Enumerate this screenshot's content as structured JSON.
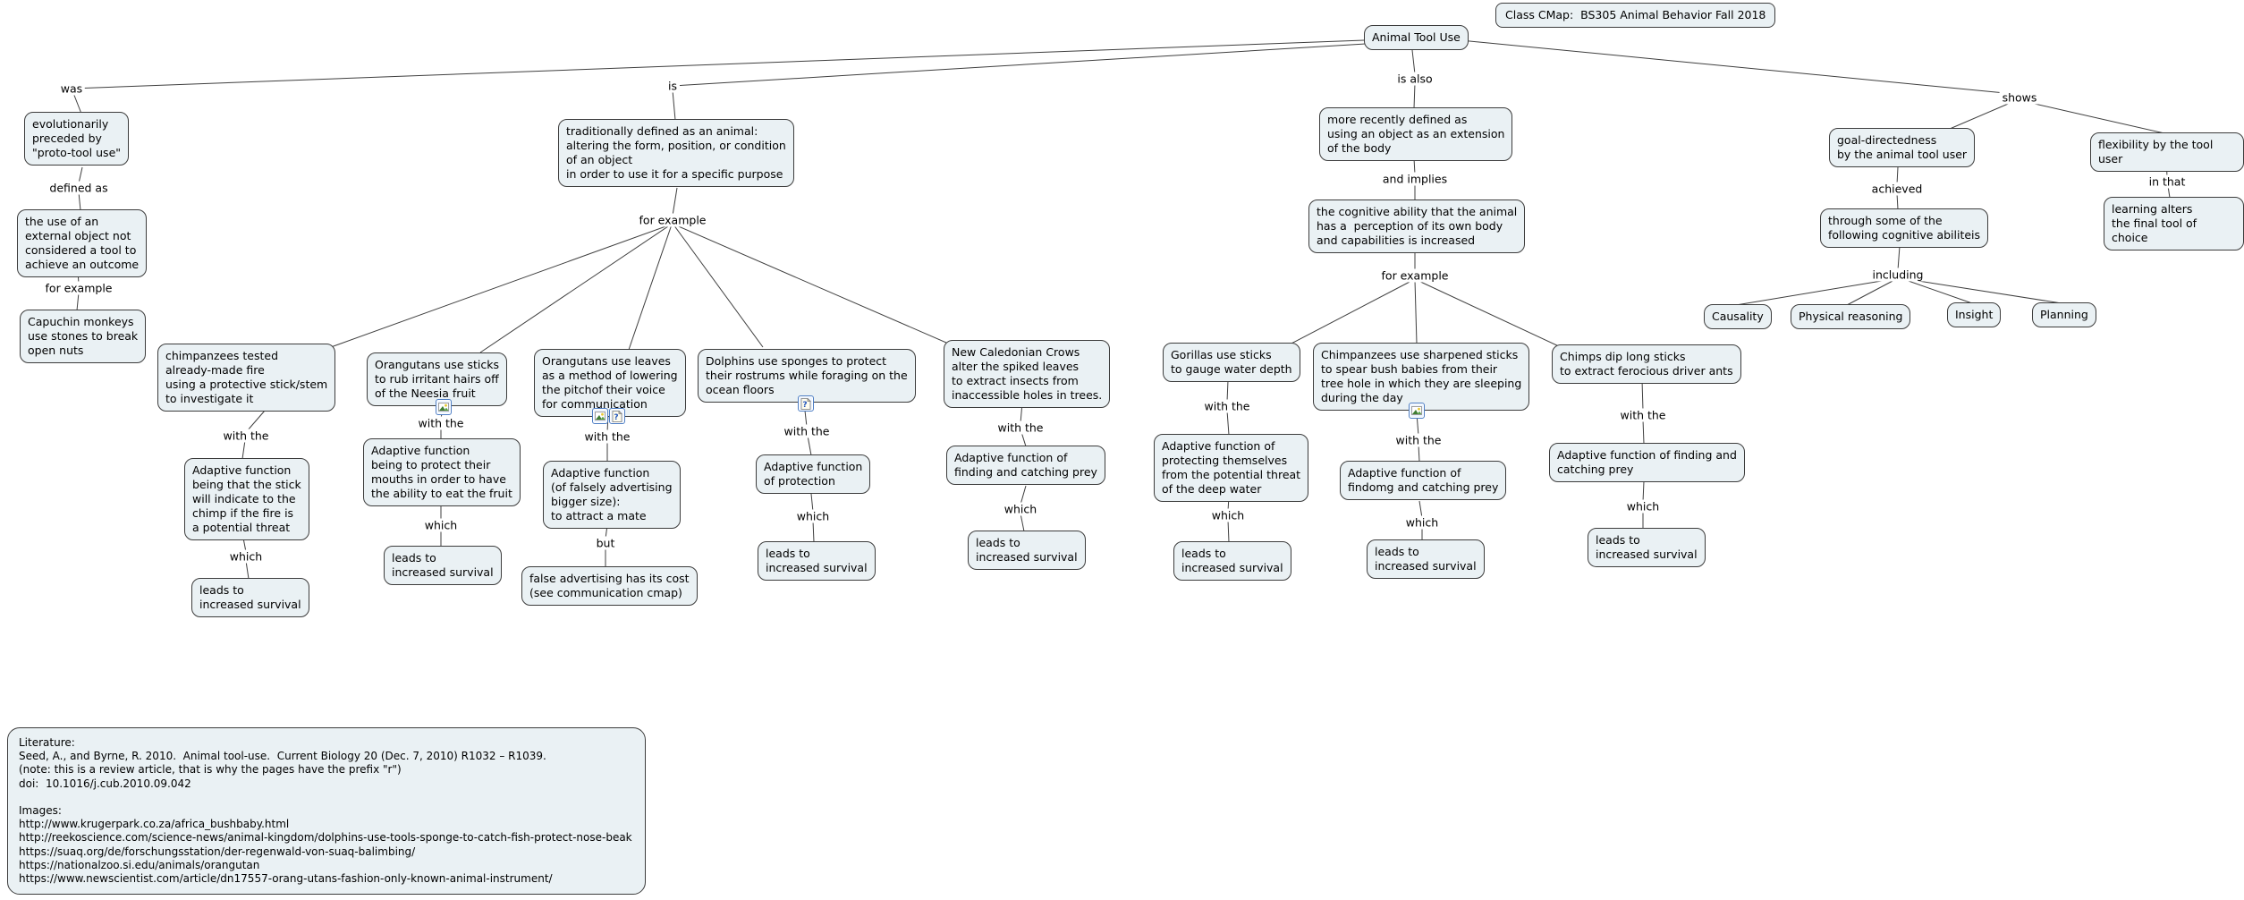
{
  "title_box": "Class CMap:  BS305 Animal Behavior Fall 2018",
  "root": "Animal Tool Use",
  "labels": {
    "was": "was",
    "is": "is",
    "is_also": "is also",
    "shows": "shows",
    "defined_as": "defined as",
    "for_example": "for example",
    "and_implies": "and implies",
    "achieved": "achieved",
    "including": "including",
    "in_that": "in that",
    "with_the": "with the",
    "which": "which",
    "but": "but"
  },
  "nodes": {
    "proto": "evolutionarily\npreceded by\n\"proto-tool use\"",
    "external_object": "the use of an\nexternal object not\nconsidered a tool to\nachieve an outcome",
    "capuchin": "Capuchin monkeys\nuse stones to break\nopen nuts",
    "traditional_def": "traditionally defined as an animal:\naltering the form, position, or condition\nof an object\nin order to use it for a specific purpose",
    "chimp_fire": "chimpanzees tested\nalready-made fire\nusing a protective stick/stem\nto investigate it",
    "chimp_fire_adapt": "Adaptive function\nbeing that the stick\nwill indicate to the\nchimp if the fire is\na potential threat",
    "chimp_fire_leads": "leads to\nincreased survival",
    "orang_sticks": "Orangutans use sticks\nto rub irritant hairs off\nof the Neesia fruit",
    "orang_sticks_adapt": "Adaptive function\nbeing to protect their\nmouths in order to have\nthe ability to eat the fruit",
    "orang_sticks_leads": "leads to\nincreased survival",
    "orang_leaves": "Orangutans use leaves\nas a method of lowering\nthe pitchof their voice\nfor communication",
    "orang_leaves_adapt": "Adaptive function\n(of falsely advertising\nbigger size):\nto attract a mate",
    "orang_leaves_cost": "false advertising has its cost\n(see communication cmap)",
    "dolphins": "Dolphins use sponges to protect\ntheir rostrums while foraging on the\nocean floors",
    "dolphins_adapt": "Adaptive function\nof protection",
    "dolphins_leads": "leads to\nincreased survival",
    "crows": "New Caledonian Crows\nalter the spiked leaves\nto extract insects from\ninaccessible holes in trees.",
    "crows_adapt": "Adaptive function of\nfinding and catching prey",
    "crows_leads": "leads to\nincreased survival",
    "recent_def": "more recently defined as\nusing an object as an extension\nof the body",
    "cognitive": "the cognitive ability that the animal\nhas a  perception of its own body\nand capabilities is increased",
    "gorillas": "Gorillas use sticks\nto gauge water depth",
    "gorillas_adapt": "Adaptive function of\nprotecting themselves\nfrom the potential threat\nof the deep water",
    "gorillas_leads": "leads to\nincreased survival",
    "chimp_spear": "Chimpanzees use sharpened sticks\nto spear bush babies from their\ntree hole in which they are sleeping\nduring the day",
    "chimp_spear_adapt": "Adaptive function of\nfindomg and catching prey",
    "chimp_spear_leads": "leads to\nincreased survival",
    "chimp_ants": "Chimps dip long sticks\nto extract ferocious driver ants",
    "chimp_ants_adapt": "Adaptive function of finding and\ncatching prey",
    "chimp_ants_leads": "leads to\nincreased survival",
    "goal": "goal-directedness\nby the animal tool user",
    "through": "through some of the\nfollowing cognitive abiliteis",
    "causality": "Causality",
    "physical_reasoning": "Physical reasoning",
    "insight": "Insight",
    "planning": "Planning",
    "flexibility": "flexibility by the tool user",
    "learning": "learning alters\nthe final tool of choice"
  },
  "literature": "Literature:\nSeed, A., and Byrne, R. 2010.  Animal tool-use.  Current Biology 20 (Dec. 7, 2010) R1032 – R1039.\n(note: this is a review article, that is why the pages have the prefix \"r\")\ndoi:  10.1016/j.cub.2010.09.042\n\nImages:\nhttp://www.krugerpark.co.za/africa_bushbaby.html\nhttp://reekoscience.com/science-news/animal-kingdom/dolphins-use-tools-sponge-to-catch-fish-protect-nose-beak\nhttps://suaq.org/de/forschungsstation/der-regenwald-von-suaq-balimbing/\nhttps://nationalzoo.si.edu/animals/orangutan\nhttps://www.newscientist.com/article/dn17557-orang-utans-fashion-only-known-animal-instrument/",
  "colors": {
    "node_fill": "#eaf1f4",
    "node_border": "#3c3c3c",
    "connector_line": "#3f3f3f",
    "icon_border": "#4d7dc4",
    "background": "#ffffff"
  }
}
